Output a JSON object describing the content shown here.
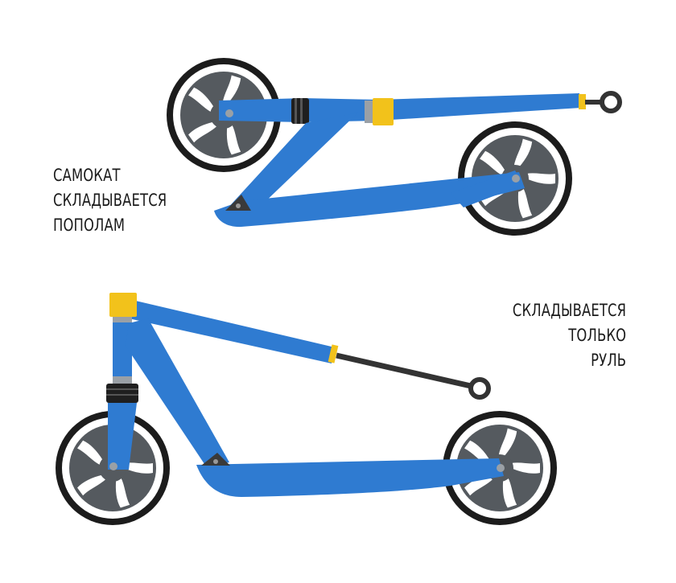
{
  "labels": {
    "top": [
      "САМОКАТ",
      "СКЛАДЫВАЕТСЯ",
      "ПОПОЛАМ"
    ],
    "bottom": [
      "СКЛАДЫВАЕТСЯ",
      "ТОЛЬКО",
      "РУЛЬ"
    ]
  },
  "colors": {
    "frame": "#2f7bd1",
    "frame_dark": "#1f5aa6",
    "clamp": "#f2c21b",
    "wheel_tire": "#1c1c1c",
    "wheel_rim": "#555a5f",
    "pole": "#333333",
    "joint": "#3a3a3a"
  },
  "icons": {
    "top_scooter": "folded-scooter-icon",
    "bottom_scooter": "handlebar-folded-scooter-icon"
  }
}
